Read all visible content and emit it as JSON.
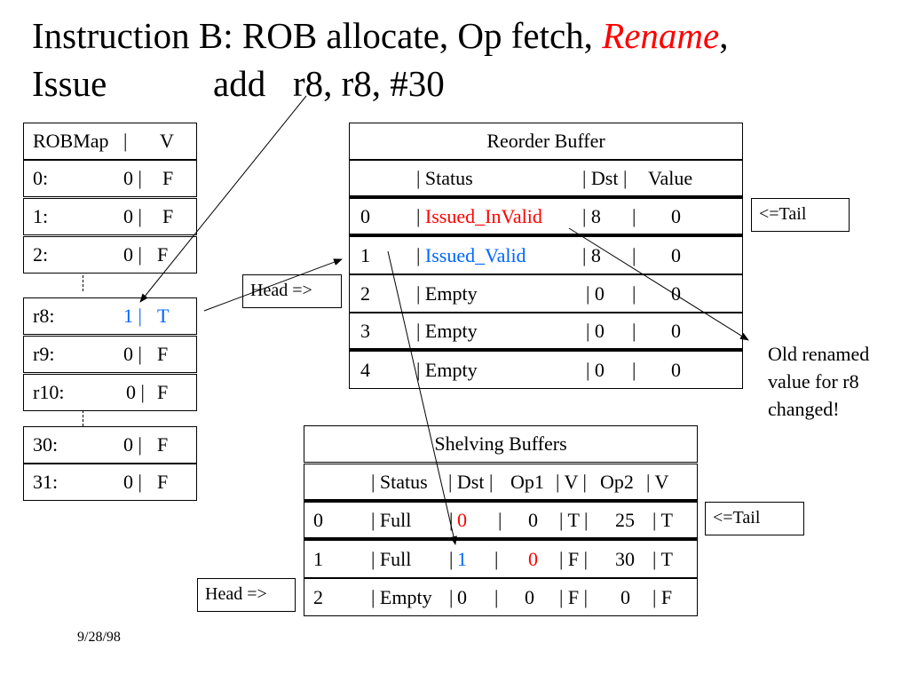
{
  "title": {
    "line1_a": "Instruction B: ROB allocate, Op fetch, ",
    "line1_rename": "Rename",
    "line1_comma": ",",
    "line2_a": "Issue",
    "line2_b": "add   r8, r8, #30"
  },
  "robmap": {
    "header": {
      "a": "ROBMap   |",
      "b": "V"
    },
    "rows": [
      {
        "reg": "0:",
        "val": "0 |",
        "v": "F",
        "color": ""
      },
      {
        "reg": "1:",
        "val": "0 |",
        "v": "F",
        "color": ""
      },
      {
        "reg": "2:",
        "val": "0 |",
        "v": "F",
        "color": ""
      },
      {
        "reg": "r8:",
        "val": "1 |",
        "v": "T",
        "color": "blue"
      },
      {
        "reg": "r9:",
        "val": "0 |",
        "v": "F",
        "color": ""
      },
      {
        "reg": "r10:",
        "val": "0 |",
        "v": "F",
        "color": ""
      },
      {
        "reg": "30:",
        "val": "0 |",
        "v": "F",
        "color": ""
      },
      {
        "reg": "31:",
        "val": "0 |",
        "v": "F",
        "color": ""
      }
    ]
  },
  "rob": {
    "title": "Reorder Buffer",
    "header": {
      "status": "| Status",
      "dst": "| Dst |",
      "value": "Value"
    },
    "rows": [
      {
        "idx": "0",
        "status": "| Issued_InValid",
        "dst": "| 8",
        "sep": "|",
        "value": "0"
      },
      {
        "idx": "1",
        "status": "| Issued_Valid",
        "dst": "| 8",
        "sep": "|",
        "value": "0"
      },
      {
        "idx": "2",
        "status": "| Empty",
        "dst": "| 0",
        "sep": "|",
        "value": "0"
      },
      {
        "idx": "3",
        "status": "| Empty",
        "dst": "| 0",
        "sep": "|",
        "value": "0"
      },
      {
        "idx": "4",
        "status": "| Empty",
        "dst": "| 0",
        "sep": "|",
        "value": "0"
      }
    ],
    "tail_label": "<=Tail",
    "head_label": "Head =>"
  },
  "shelving": {
    "title": "Shelving Buffers",
    "header": {
      "status": "| Status",
      "dst": "| Dst |",
      "op1": "Op1",
      "v1": "| V |",
      "op2": "Op2",
      "v2": "| V"
    },
    "rows": [
      {
        "idx": "0",
        "status": "| Full",
        "p1": "|",
        "dst": "0",
        "p2": "|",
        "op1": "0",
        "v1": "| T |",
        "op2": "25",
        "v2": "| T"
      },
      {
        "idx": "1",
        "status": "| Full",
        "p1": "|",
        "dst": "1",
        "p2": "|",
        "op1": "0",
        "v1": "| F |",
        "op2": "30",
        "v2": "| T"
      },
      {
        "idx": "2",
        "status": "| Empty",
        "p1": "|",
        "dst": "0",
        "p2": "|",
        "op1": "0",
        "v1": "| F |",
        "op2": "0",
        "v2": "| F"
      }
    ],
    "tail_label": "<=Tail",
    "head_label": "Head =>"
  },
  "note": "Old renamed value for r8 changed!",
  "date": "9/28/98",
  "colors": {
    "red": "#ff0000",
    "blue": "#0066ff"
  }
}
